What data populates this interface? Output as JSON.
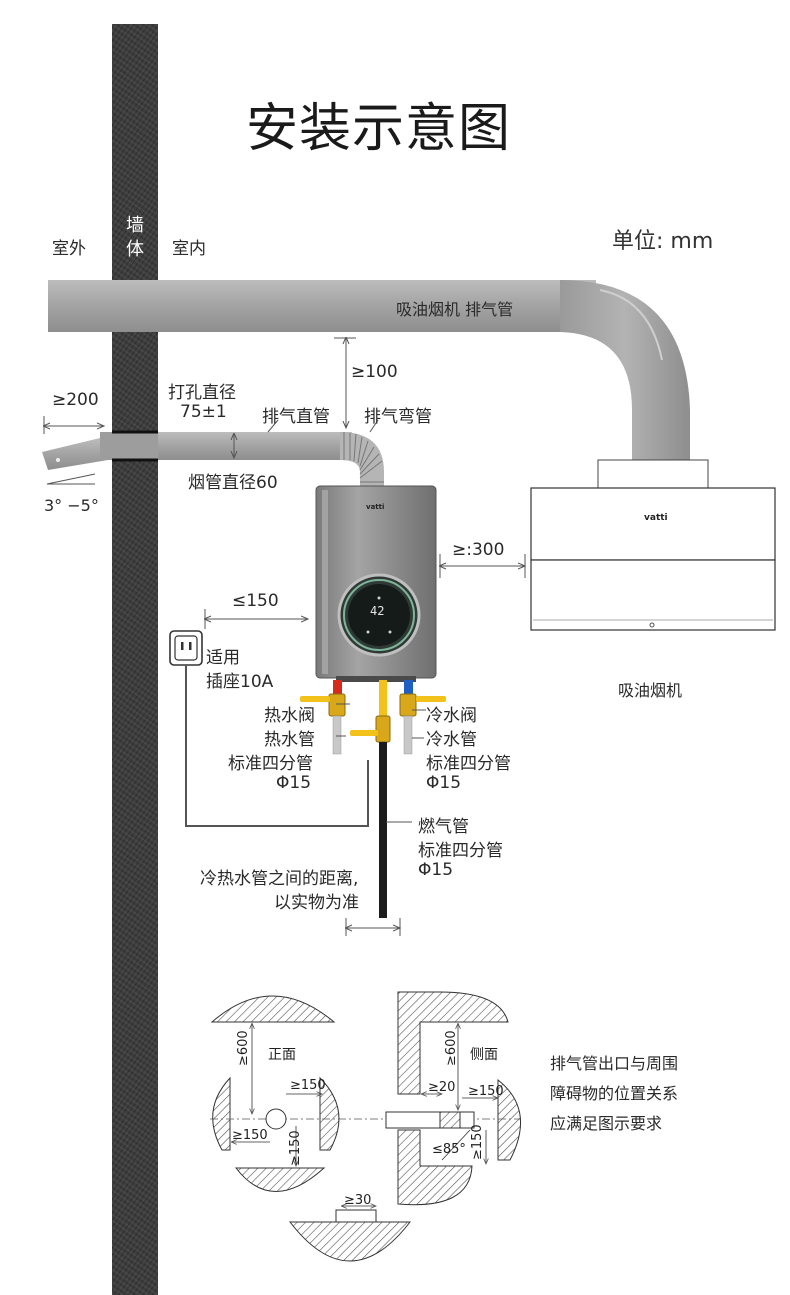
{
  "title": "安装示意图",
  "unit": "单位: mm",
  "labels": {
    "outdoor": "室外",
    "wall": [
      "墙",
      "体"
    ],
    "indoor": "室内",
    "hood_exhaust": "吸油烟机 排气管",
    "clear_100": "≥100",
    "clear_200": "≥200",
    "hole_dia": "打孔直径",
    "hole_val": "75±1",
    "straight_pipe": "排气直管",
    "elbow_pipe": "排气弯管",
    "flue_dia": "烟管直径60",
    "slope": "3° −5°",
    "side_300": "≥:300",
    "socket_150": "≤150",
    "socket_l1": "适用",
    "socket_l2": "插座10A",
    "hood": "吸油烟机",
    "hot_valve": "热水阀",
    "hot_pipe": "热水管",
    "std_pipe": "标准四分管",
    "phi15": "Φ15",
    "cold_valve": "冷水阀",
    "cold_pipe": "冷水管",
    "gas_pipe": "燃气管",
    "distance_l1": "冷热水管之间的距离,",
    "distance_l2": "以实物为准",
    "brand": "vatti",
    "display_value": "42"
  },
  "detail": {
    "front": "正面",
    "side": "侧面",
    "d600": "≥600",
    "d150": "≥150",
    "d20": "≥20",
    "d85": "≤85°",
    "d30": "≥30",
    "note": [
      "排气管出口与周围",
      "障碍物的位置关系",
      "应满足图示要求"
    ]
  },
  "colors": {
    "pipe": "#a9a9a9",
    "heater": "#8f8f8f",
    "wall": "#3d3d3d",
    "hot": "#d62a1e",
    "cold": "#1f5fc4",
    "valve": "#f2c21a",
    "gas": "#1c1c1c",
    "dim": "#555555"
  }
}
